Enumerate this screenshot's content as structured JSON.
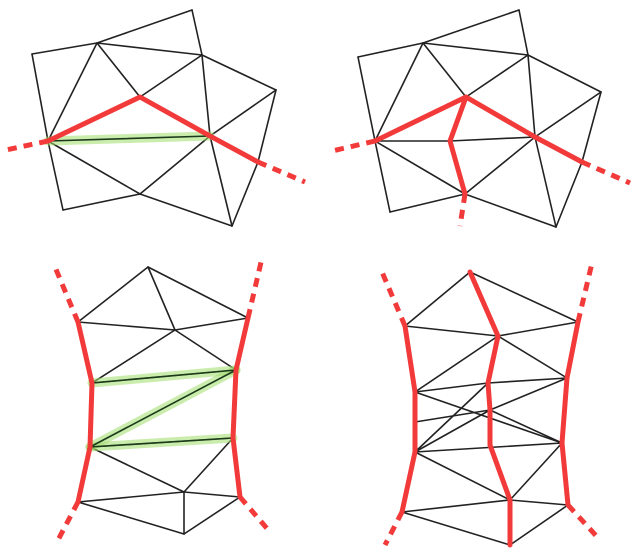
{
  "colors": {
    "background": "#ffffff",
    "mesh_edge": "#222222",
    "cut_path": "#f23a3a",
    "highlight_glow": "#9fdc6a"
  },
  "panels": [
    {
      "name": "panel-top-left"
    },
    {
      "name": "panel-top-right"
    },
    {
      "name": "panel-bottom-left"
    },
    {
      "name": "panel-bottom-right"
    }
  ]
}
